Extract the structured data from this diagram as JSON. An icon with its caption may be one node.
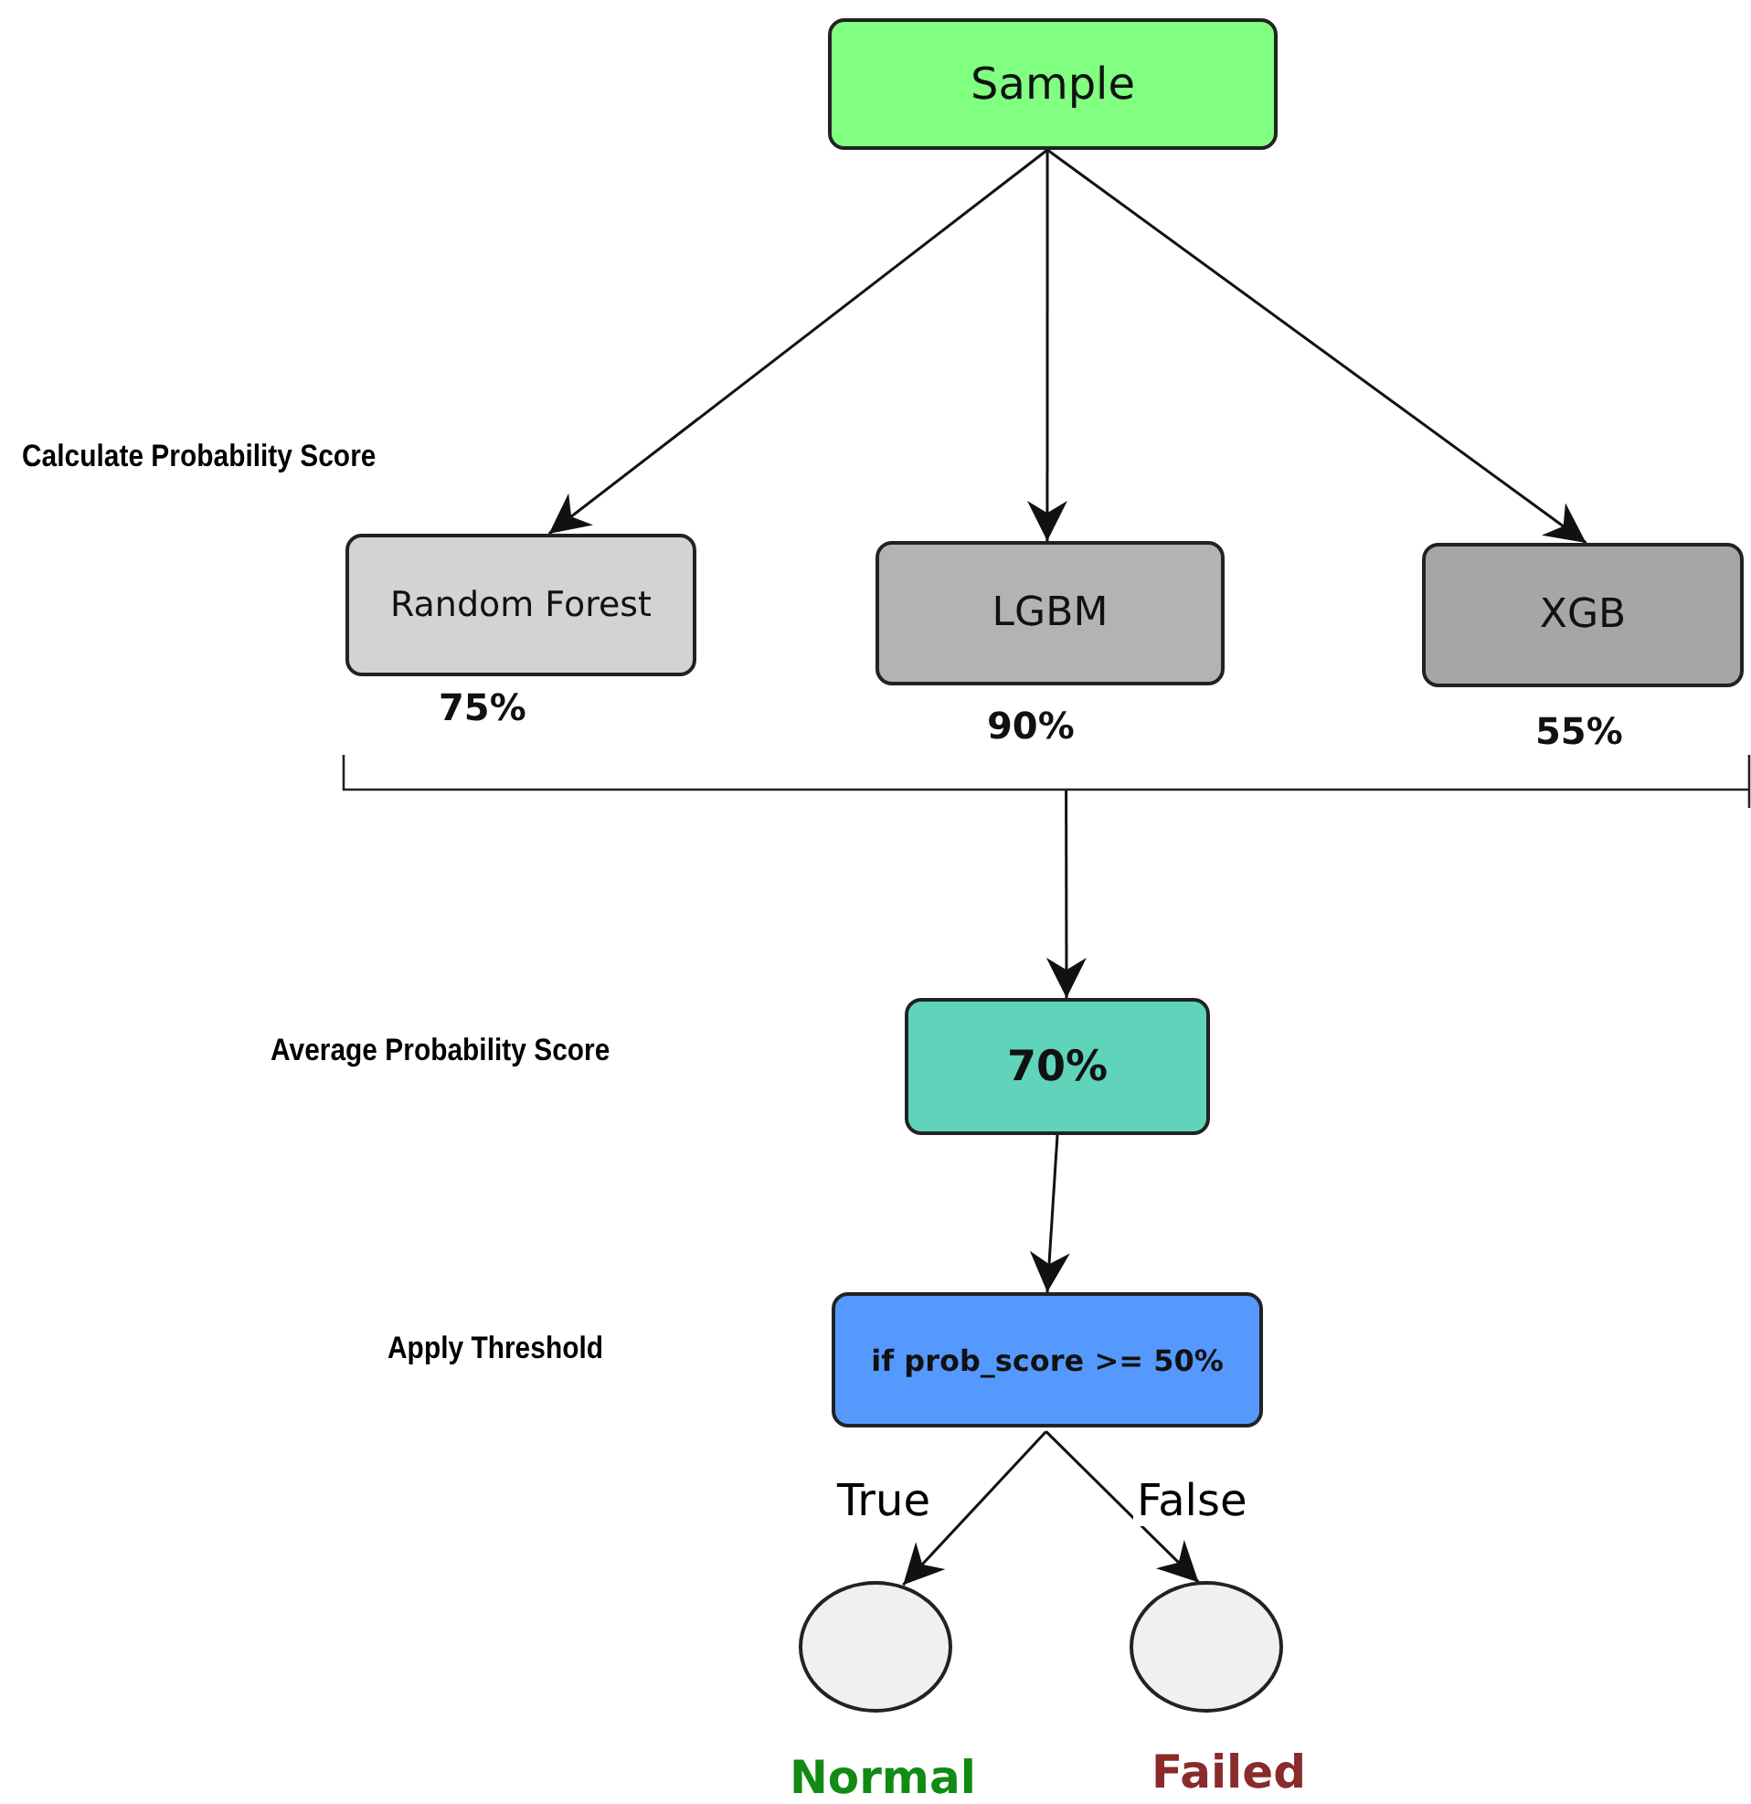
{
  "diagram": {
    "nodes": [
      {
        "text": [
          "Sample"
        ]
      },
      {
        "text": [
          "Random Forest"
        ],
        "beside": [
          "75%"
        ]
      },
      {
        "text": [
          "LGBM"
        ],
        "beside": [
          "90%"
        ]
      },
      {
        "text": [
          "XGB"
        ],
        "beside": [
          "55%"
        ]
      },
      {
        "text": [],
        "shape": "bracket"
      },
      {
        "text": [
          "70%"
        ]
      },
      {
        "text": [
          "if prob_score >= 50%"
        ]
      },
      {
        "text": [],
        "shape": "circle",
        "beside": [
          "Normal"
        ]
      },
      {
        "text": [],
        "shape": "circle",
        "beside": [
          "Failed"
        ]
      }
    ],
    "edges": [
      {
        "from": 0,
        "to": 1,
        "arrow": "to"
      },
      {
        "from": 0,
        "to": 2,
        "arrow": "to"
      },
      {
        "from": 0,
        "to": 3,
        "arrow": "to"
      },
      {
        "from": 4,
        "to": 5,
        "arrow": "to"
      },
      {
        "from": 5,
        "to": 6,
        "arrow": "to"
      },
      {
        "from": 6,
        "to": 7,
        "arrow": "to",
        "label": "True"
      },
      {
        "from": 6,
        "to": 8,
        "arrow": "to",
        "label": "False"
      }
    ],
    "labels": [
      "Calculate Probability Score",
      "Average Probability Score",
      "Apply Threshold"
    ]
  }
}
